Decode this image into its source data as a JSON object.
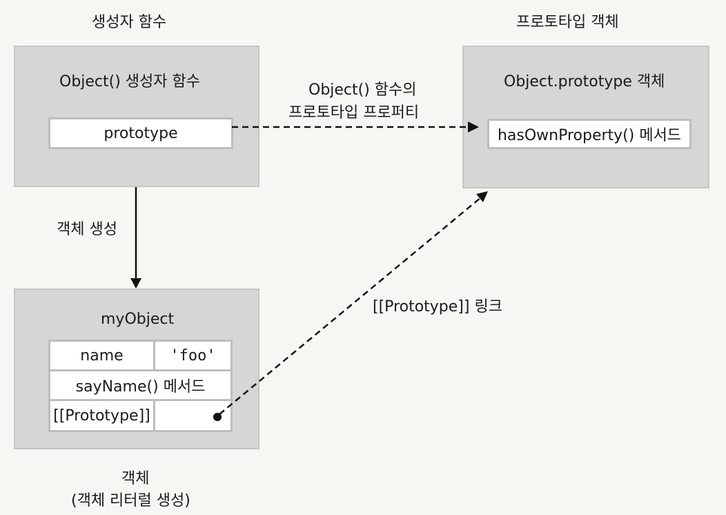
{
  "headings": {
    "constructor": "생성자 함수",
    "prototype_object": "프로토타입 객체"
  },
  "constructor_box": {
    "title": "Object() 생성자 함수",
    "prototype_cell": "prototype"
  },
  "prototype_box": {
    "title": "Object.prototype 객체",
    "method_cell": "hasOwnProperty() 메서드"
  },
  "object_box": {
    "title": "myObject",
    "rows": {
      "name_key": "name",
      "name_value": "'foo'",
      "method": "sayName() 메서드",
      "proto_key": "[[Prototype]]"
    }
  },
  "arrows": {
    "prototype_property_line1": "Object() 함수의",
    "prototype_property_line2": "프로토타입 프로퍼티",
    "create_object": "객체 생성",
    "prototype_link": "[[Prototype]] 링크"
  },
  "footer": {
    "line1": "객체",
    "line2": "(객체 리터럴 생성)"
  }
}
